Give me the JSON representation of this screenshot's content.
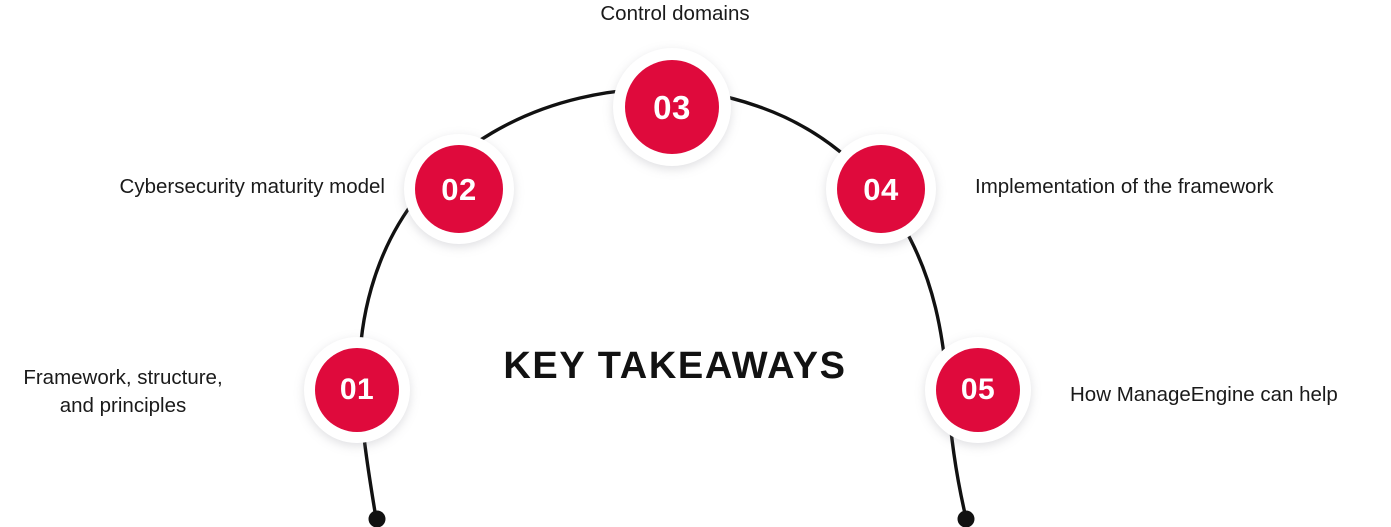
{
  "title": "KEY TAKEAWAYS",
  "theme": {
    "accent_red": "#DF0A3C",
    "number_text": "#FFFFFF",
    "label_text": "#1A1A1A",
    "arc_stroke": "#111111",
    "background": "#FFFFFF"
  },
  "diagram": {
    "type": "arc-steps",
    "step_count": 5,
    "steps": [
      {
        "number": "01",
        "label": "Framework, structure,\nand principles"
      },
      {
        "number": "02",
        "label": "Cybersecurity maturity model"
      },
      {
        "number": "03",
        "label": "Control domains"
      },
      {
        "number": "04",
        "label": "Implementation of the framework"
      },
      {
        "number": "05",
        "label": "How ManageEngine can help"
      }
    ],
    "endpoints": {
      "left_dot": "arc-end-dot-left",
      "right_dot": "arc-end-dot-right"
    }
  }
}
